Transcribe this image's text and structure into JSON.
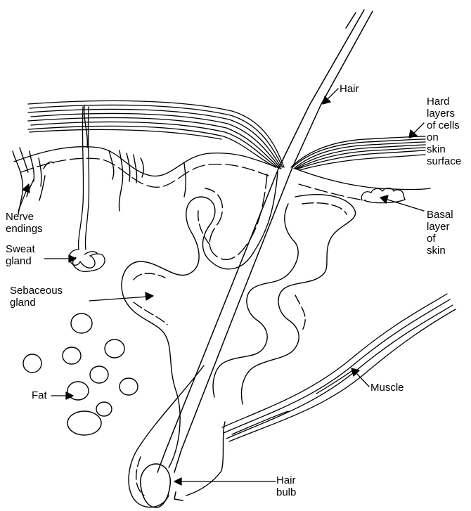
{
  "labels": {
    "hair": "Hair",
    "hard_layers": "Hard\nlayers\nof cells\non\nskin\nsurface",
    "basal_layer": "Basal\nlayer\nof\nskin",
    "nerve_endings": "Nerve\nendings",
    "sweat_gland": "Sweat\ngland",
    "sebaceous_gland": "Sebaceous\ngland",
    "fat": "Fat",
    "muscle": "Muscle",
    "hair_bulb": "Hair\nbulb"
  },
  "colors": {
    "ink": "#000000",
    "background": "#ffffff"
  }
}
